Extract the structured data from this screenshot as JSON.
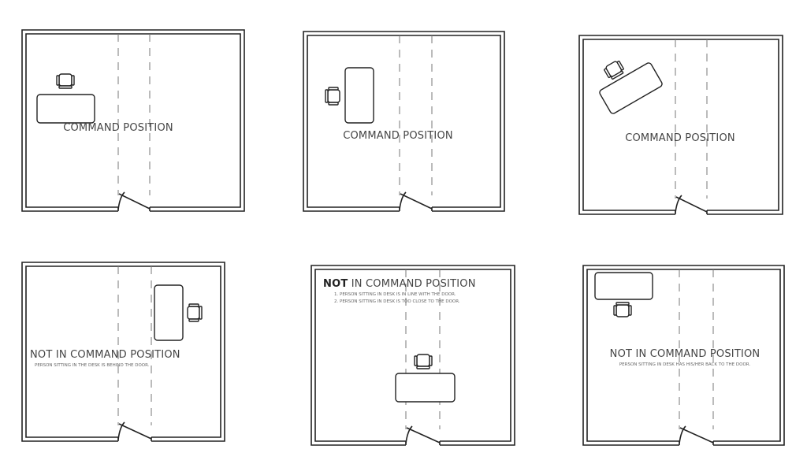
{
  "panels": [
    {
      "title": "COMMAND POSITION",
      "notes": []
    },
    {
      "title": "COMMAND POSITION",
      "notes": []
    },
    {
      "title": "COMMAND POSITION",
      "notes": []
    },
    {
      "title": "NOT IN COMMAND POSITION",
      "notes": [
        "PERSON SITTING IN THE DESK IS BEHIND THE DOOR."
      ]
    },
    {
      "title_bold": "NOT",
      "title": " IN COMMAND POSITION",
      "notes": [
        "1. PERSON SITTING IN DESK IS IN LINE WITH THE DOOR.",
        "2. PERSON SITTING IN DESK IS TOO CLOSE TO THE DOOR."
      ]
    },
    {
      "title": "NOT IN COMMAND POSITION",
      "notes": [
        "PERSON SITTING IN DESK HAS HIS/HER BACK TO THE DOOR."
      ]
    }
  ],
  "colors": {
    "line": "#222222",
    "text": "#444444"
  }
}
